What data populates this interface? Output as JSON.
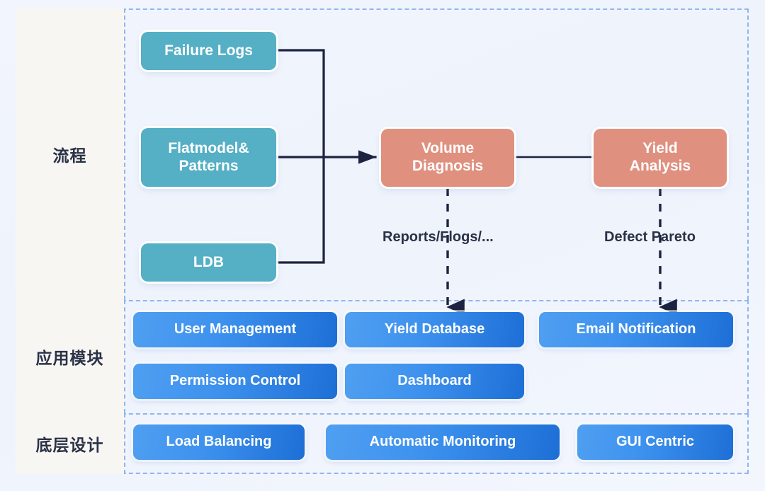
{
  "colors": {
    "background": "#f1f4fd",
    "label_cell_bg": "#f7f6f3",
    "dashed_border": "#8fb6ee",
    "source_node": "#55afc5",
    "process_node": "#e0907f",
    "module_node_from": "#4f9ff1",
    "module_node_to": "#1d6fd6",
    "connector": "#1c2340",
    "text_dark": "#2b3247"
  },
  "bands": [
    {
      "id": "process",
      "label": "流程"
    },
    {
      "id": "app_module",
      "label": "应用模块"
    },
    {
      "id": "foundation",
      "label": "底层设计"
    }
  ],
  "process_band": {
    "sources": [
      {
        "id": "failure-logs",
        "label": "Failure Logs"
      },
      {
        "id": "flatmodel-patterns",
        "label": "Flatmodel&\nPatterns"
      },
      {
        "id": "ldb",
        "label": "LDB"
      }
    ],
    "stages": [
      {
        "id": "volume-diagnosis",
        "label": "Volume\nDiagnosis"
      },
      {
        "id": "yield-analysis",
        "label": "Yield\nAnalysis"
      }
    ],
    "edge_labels": [
      {
        "id": "reports-flogs",
        "label": "Reports/Flogs/..."
      },
      {
        "id": "defect-pareto",
        "label": "Defect Pareto"
      }
    ]
  },
  "app_module_band": {
    "items": [
      {
        "id": "user-management",
        "label": "User Management"
      },
      {
        "id": "yield-database",
        "label": "Yield Database"
      },
      {
        "id": "email-notification",
        "label": "Email Notification"
      },
      {
        "id": "permission-control",
        "label": "Permission Control"
      },
      {
        "id": "dashboard",
        "label": "Dashboard"
      }
    ]
  },
  "foundation_band": {
    "items": [
      {
        "id": "load-balancing",
        "label": "Load Balancing"
      },
      {
        "id": "automatic-monitoring",
        "label": "Automatic Monitoring"
      },
      {
        "id": "gui-centric",
        "label": "GUI Centric"
      }
    ]
  }
}
